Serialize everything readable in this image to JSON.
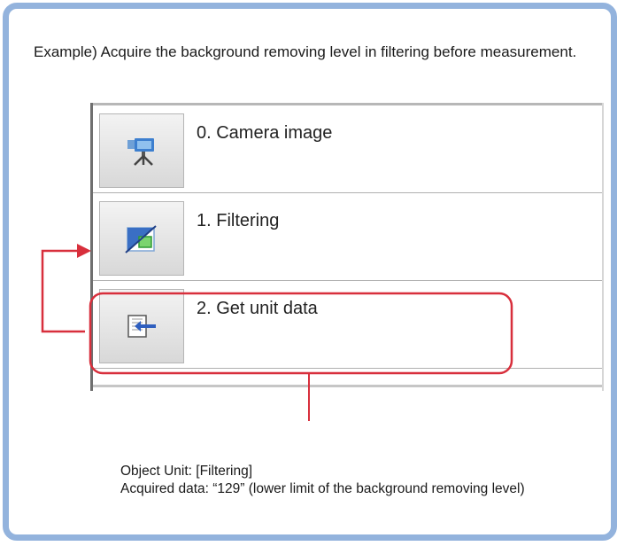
{
  "intro_text": "Example)  Acquire the background removing level in filtering before measurement.",
  "panel": {
    "rows": [
      {
        "label": "0. Camera image",
        "icon": "camera-icon"
      },
      {
        "label": "1. Filtering",
        "icon": "filtering-icon"
      },
      {
        "label": "2. Get unit data",
        "icon": "get-unit-data-icon"
      }
    ]
  },
  "note": {
    "line1": "Object Unit: [Filtering]",
    "line2": "Acquired data: “129” (lower limit of the background removing level)"
  },
  "colors": {
    "frame_border": "#93b3dd",
    "annotation_red": "#d82f3c",
    "icon_blue": "#3a6fc4"
  }
}
